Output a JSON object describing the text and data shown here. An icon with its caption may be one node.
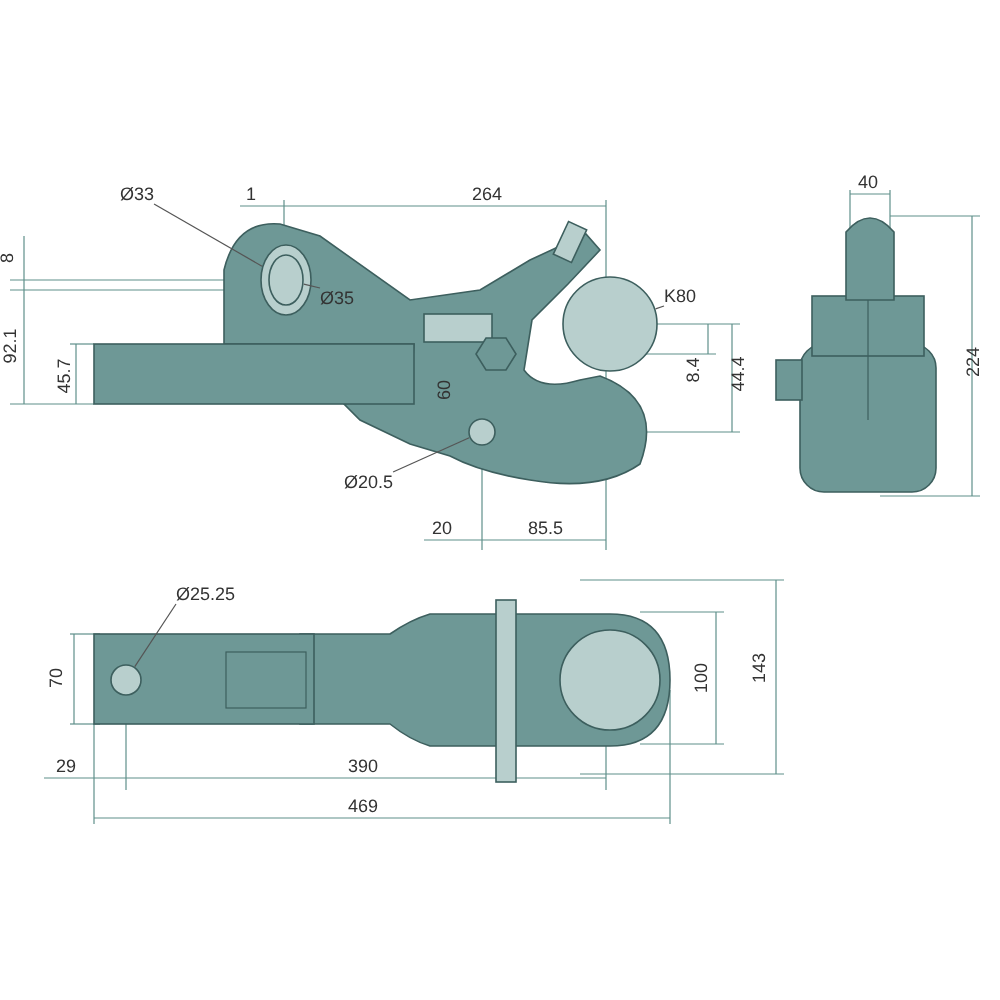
{
  "diagram": {
    "nodes": [
      {
        "text": [
          "Ø33"
        ]
      },
      {
        "text": [
          "Ø35"
        ],
        "in": 5
      },
      {
        "text": [
          "K80"
        ]
      },
      {
        "text": [
          "Ø20.5"
        ]
      },
      {
        "text": [
          "Ø25.25"
        ]
      },
      {
        "text": [],
        "shape": "picture"
      },
      {
        "text": [],
        "shape": "circle",
        "in": 5
      },
      {
        "text": [],
        "shape": "circle",
        "in": 6
      },
      {
        "text": [],
        "shape": "circle",
        "in": 5
      },
      {
        "text": [],
        "shape": "circle",
        "in": 5
      },
      {
        "text": [],
        "shape": "picture"
      },
      {
        "text": [],
        "shape": "picture"
      },
      {
        "text": [],
        "shape": "circle",
        "in": 11
      }
    ],
    "edges": [
      {
        "from": 0,
        "to": 6,
        "arrow": "none"
      },
      {
        "from": 1,
        "to": 7,
        "arrow": "none"
      },
      {
        "from": 2,
        "to": 8,
        "arrow": "none"
      },
      {
        "from": 3,
        "to": 9,
        "arrow": "none"
      },
      {
        "from": 4,
        "to": 12,
        "arrow": "none"
      }
    ],
    "labels": [
      "1",
      "264",
      "8",
      "92.1",
      "45.7",
      "60",
      "8.4",
      "44.4",
      "20",
      "85.5",
      "40",
      "224",
      "70",
      "100",
      "143",
      "29",
      "390",
      "469"
    ]
  }
}
